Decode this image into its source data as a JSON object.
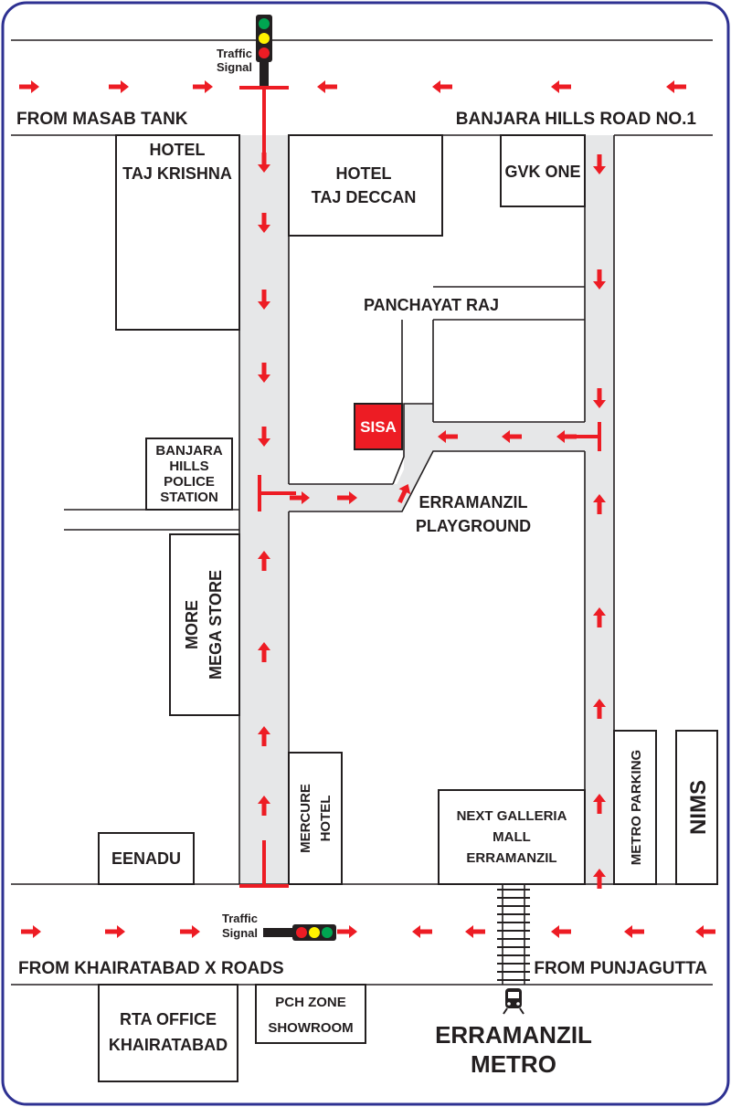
{
  "colors": {
    "border": "#2e3192",
    "arrow": "#ed1c24",
    "lane": "#e6e7e8",
    "line": "#231f20",
    "sisa_bg": "#ed1c24",
    "sisa_text": "#ffffff",
    "signal_green": "#00a651",
    "signal_yellow": "#fff200",
    "signal_red": "#ed1c24"
  },
  "roads": {
    "top_left": "FROM MASAB TANK",
    "top_right": "BANJARA HILLS ROAD NO.1",
    "bottom_left": "FROM KHAIRATABAD X ROADS",
    "bottom_right": "FROM PUNJAGUTTA"
  },
  "signals": {
    "top": [
      "Traffic",
      "Signal"
    ],
    "bottom": [
      "Traffic",
      "Signal"
    ]
  },
  "landmarks": {
    "taj_krishna": [
      "HOTEL",
      "TAJ KRISHNA"
    ],
    "taj_deccan": [
      "HOTEL",
      "TAJ DECCAN"
    ],
    "gvk_one": "GVK ONE",
    "panchayat_raj": "PANCHAYAT RAJ",
    "sisa": "SISA",
    "police_station": [
      "BANJARA",
      "HILLS",
      "POLICE",
      "STATION"
    ],
    "playground": [
      "ERRAMANZIL",
      "PLAYGROUND"
    ],
    "more_mega_store": [
      "MORE",
      "MEGA STORE"
    ],
    "mercure_hotel": [
      "MERCURE",
      "HOTEL"
    ],
    "next_galleria": [
      "NEXT GALLERIA",
      "MALL",
      "ERRAMANZIL"
    ],
    "metro_parking": "METRO PARKING",
    "nims": "NIMS",
    "eenadu": "EENADU",
    "rta_office": [
      "RTA OFFICE",
      "KHAIRATABAD"
    ],
    "pch_zone": [
      "PCH ZONE",
      "SHOWROOM"
    ],
    "erramanzil_metro": [
      "ERRAMANZIL",
      "METRO"
    ]
  },
  "icons": {
    "traffic_light": "traffic-light-icon",
    "train": "train-icon",
    "arrow": "direction-arrow-icon",
    "rail": "railway-track-icon"
  }
}
